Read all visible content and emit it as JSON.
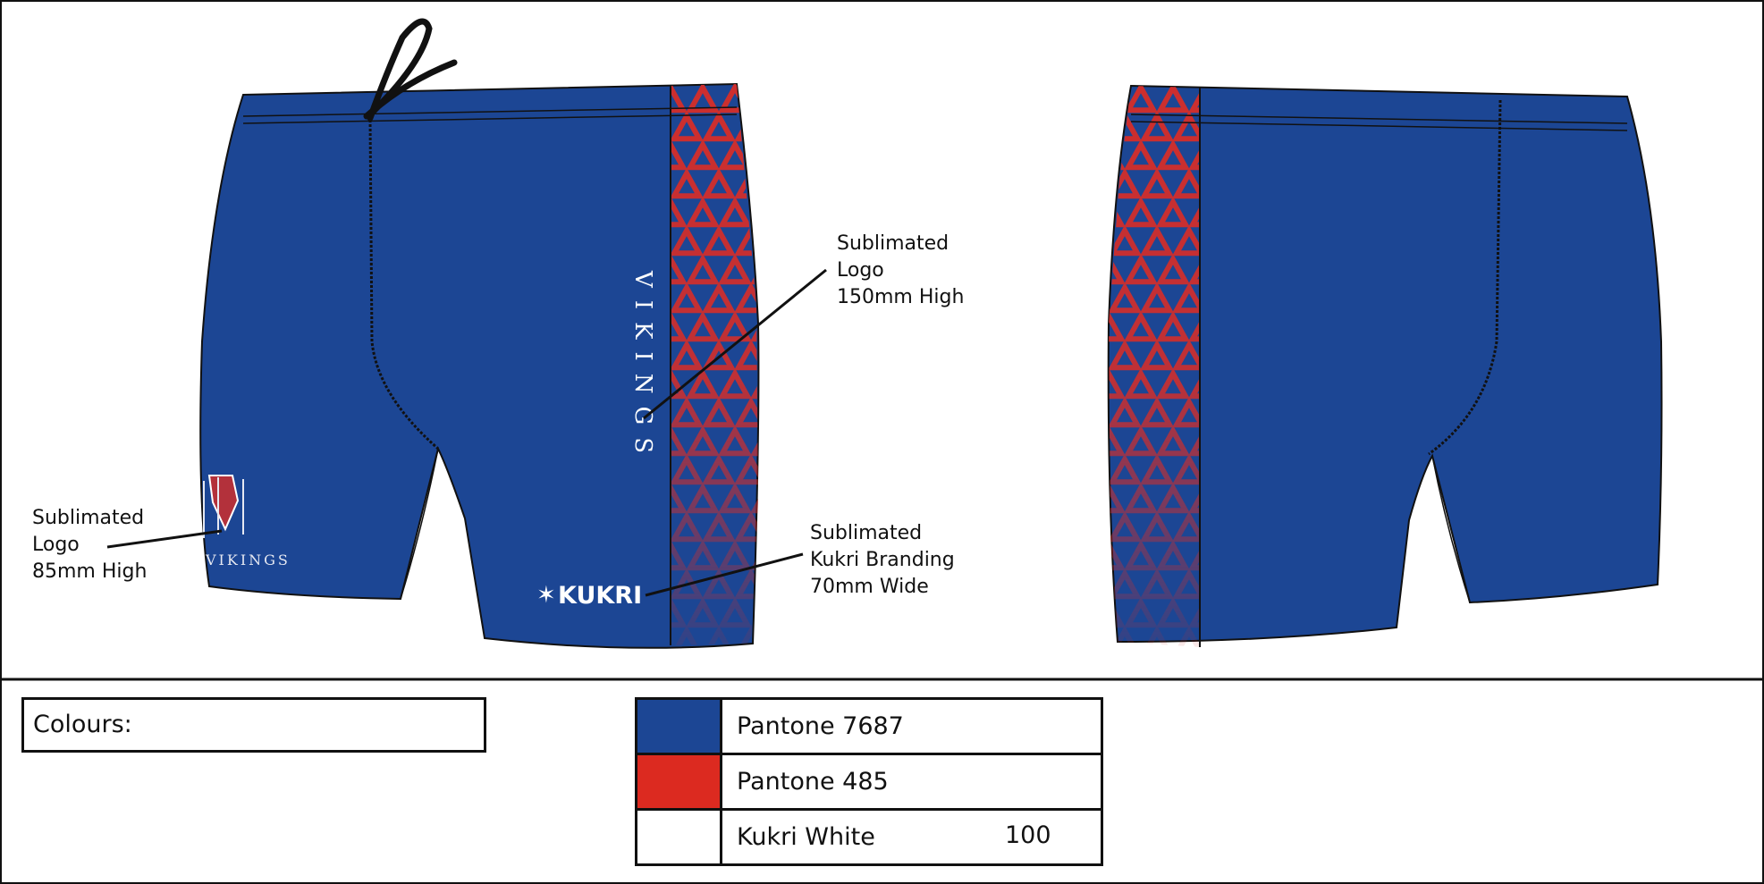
{
  "callouts": {
    "right_logo": "Sublimated\nLogo\n150mm High",
    "left_logo": "Sublimated\nLogo\n85mm High",
    "branding": "Sublimated\nKukri Branding\n70mm Wide"
  },
  "garment": {
    "vertical_text": "VIKINGS",
    "brand_text": "KUKRI",
    "crest_text": "VIKINGS",
    "body_color": "#1c4694",
    "pattern_color": "#d22e2b"
  },
  "colours": {
    "heading": "Colours:",
    "rows": [
      {
        "name": "Pantone 7687",
        "swatch": "#1c4694",
        "count": ""
      },
      {
        "name": "Pantone 485",
        "swatch": "#dc2a20",
        "count": ""
      },
      {
        "name": "Kukri White",
        "swatch": "#ffffff",
        "count": "100"
      }
    ]
  }
}
